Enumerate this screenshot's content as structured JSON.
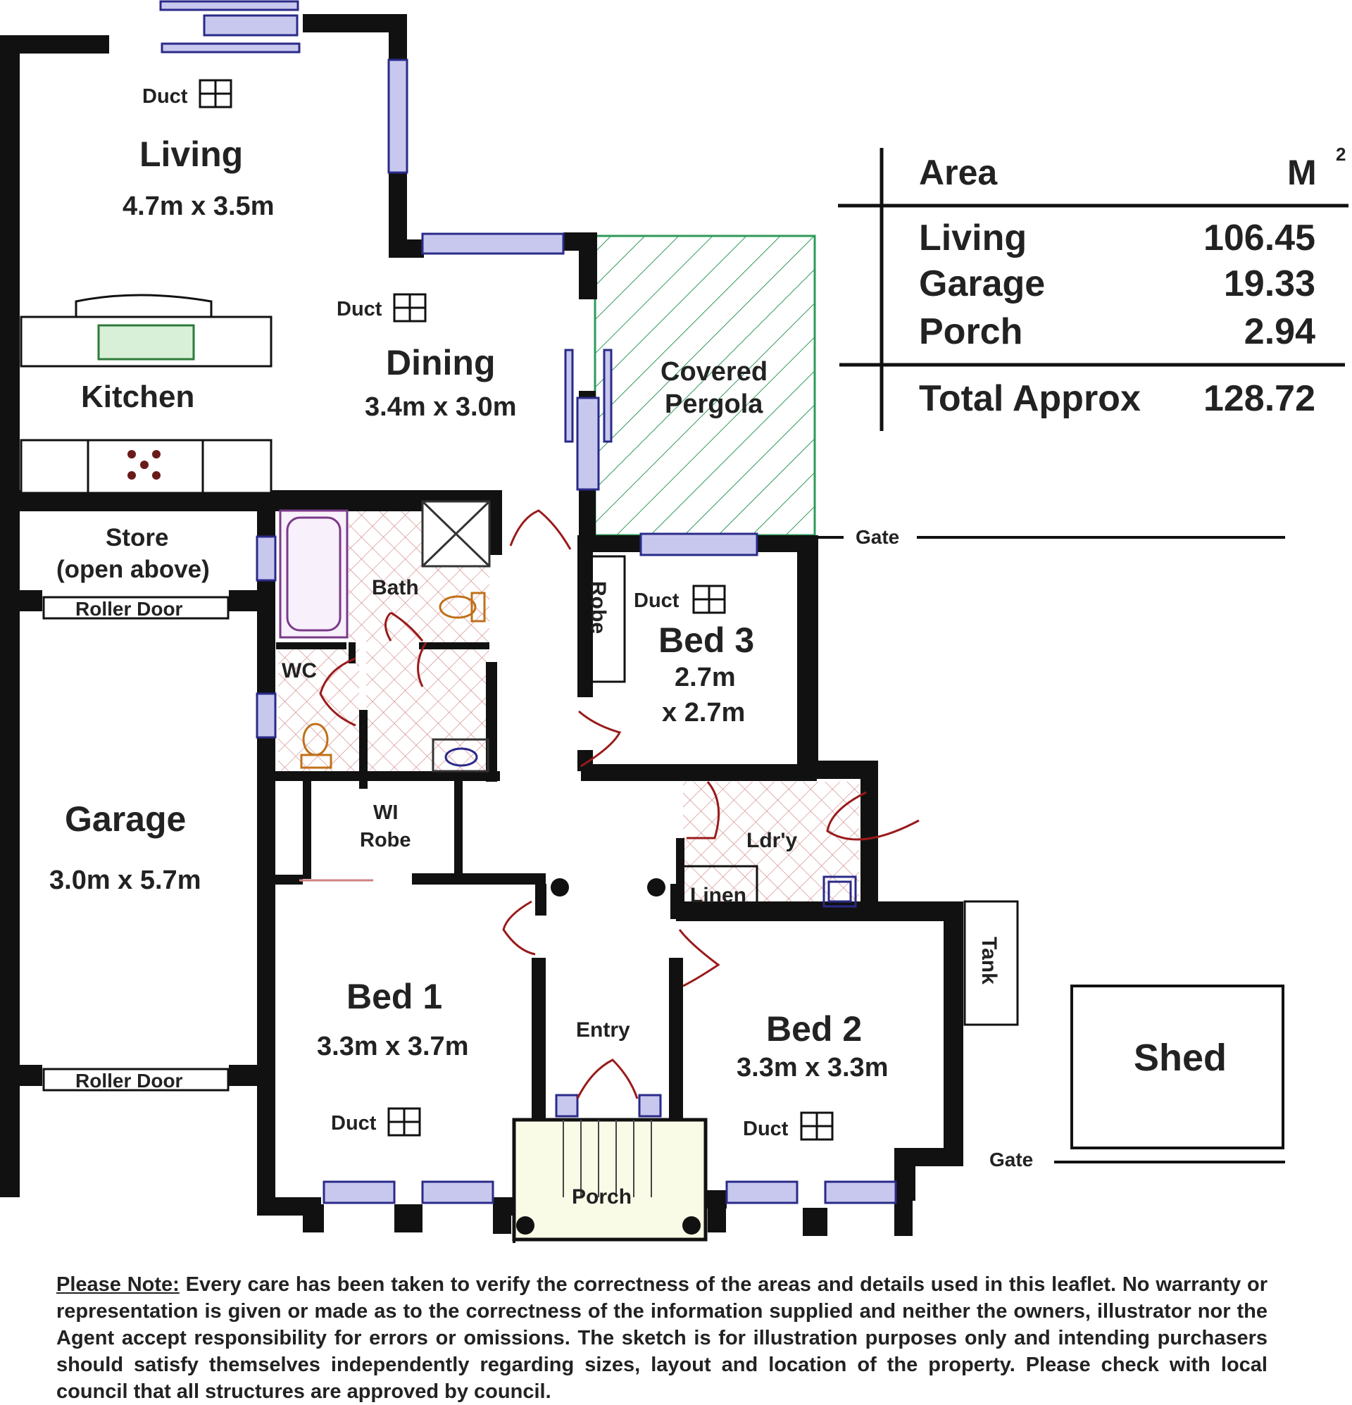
{
  "rooms": {
    "living": {
      "name": "Living",
      "dims": "4.7m x 3.5m"
    },
    "kitchen": {
      "name": "Kitchen"
    },
    "dining": {
      "name": "Dining",
      "dims": "3.4m x 3.0m"
    },
    "pergola": {
      "line1": "Covered",
      "line2": "Pergola"
    },
    "store": {
      "line1": "Store",
      "line2": "(open above)"
    },
    "bath": {
      "name": "Bath"
    },
    "wc": {
      "name": "WC"
    },
    "wi_robe": {
      "line1": "WI",
      "line2": "Robe"
    },
    "garage": {
      "name": "Garage",
      "dims": "3.0m x 5.7m"
    },
    "robe": {
      "name": "Robe"
    },
    "bed3": {
      "name": "Bed 3",
      "dims1": "2.7m",
      "dims2": "x 2.7m"
    },
    "laundry": {
      "name": "Ldr'y"
    },
    "linen": {
      "name": "Linen"
    },
    "bed1": {
      "name": "Bed 1",
      "dims": "3.3m x 3.7m"
    },
    "entry": {
      "name": "Entry"
    },
    "porch": {
      "name": "Porch"
    },
    "bed2": {
      "name": "Bed 2",
      "dims": "3.3m x 3.3m"
    },
    "tank": {
      "name": "Tank"
    },
    "shed": {
      "name": "Shed"
    }
  },
  "labels": {
    "duct": "Duct",
    "roller_door": "Roller Door",
    "gate": "Gate"
  },
  "area_table": {
    "header": "Area",
    "unit": "M",
    "unit_sup": "2",
    "rows": [
      {
        "label": "Living",
        "value": "106.45"
      },
      {
        "label": "Garage",
        "value": "19.33"
      },
      {
        "label": "Porch",
        "value": "2.94"
      }
    ],
    "total_label": "Total Approx",
    "total_value": "128.72"
  },
  "disclaimer": {
    "heading": "Please Note:",
    "text": "Every care has been taken to verify the correctness of the areas and details used in this leaflet. No warranty or representation is given or made as to the correctness of the information supplied and neither the owners, illustrator nor the Agent accept responsibility for errors or omissions. The sketch is for illustration purposes only and intending purchasers should satisfy themselves independently regarding sizes, layout and location of the property. Please check with local council that all structures are approved by council."
  },
  "colors": {
    "wall": "#111111",
    "window": "#2a2a8a",
    "window_fill": "#c8c8ee",
    "pergola_hatch": "#2e9a5a",
    "wet_hatch": "#c05050",
    "door_swing": "#9a1a1a",
    "fixture": "#7a3a8a"
  }
}
